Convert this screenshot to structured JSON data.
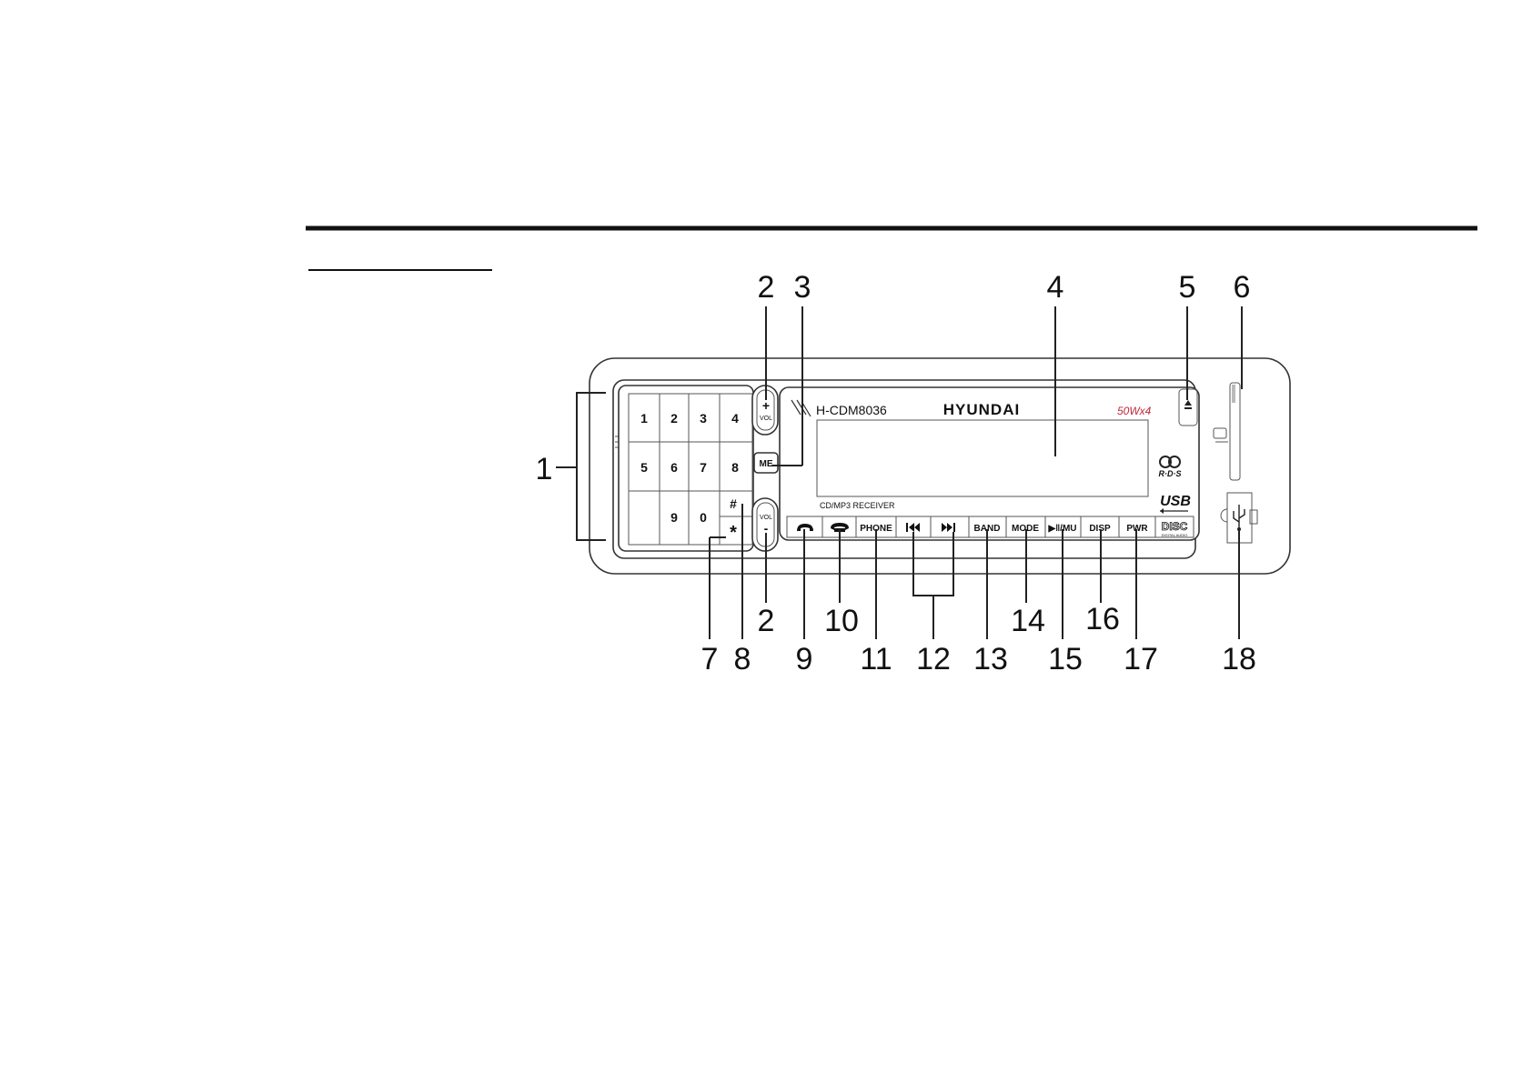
{
  "device": {
    "model": "H-CDM8036",
    "brand": "HYUNDAI",
    "power": "50Wx4",
    "subtitle": "CD/MP3 RECEIVER",
    "rds": "R·D·S",
    "usb": "USB",
    "disc_logo": "DISC",
    "disc_logo_small": "DIGITAL AUDIO",
    "accent_color": "#c0283c",
    "bluetooth_color": "#1e9be8"
  },
  "keypad": {
    "row1": [
      "1",
      "2",
      "3",
      "4"
    ],
    "row2": [
      "5",
      "6",
      "7",
      "8"
    ],
    "row3": [
      "",
      "9",
      "0"
    ],
    "hash": "#",
    "star": "*"
  },
  "controls": {
    "vol_plus_sign": "+",
    "vol_plus_label": "VOL",
    "vol_minus_label": "VOL",
    "vol_minus_sign": "-",
    "me_label": "ME",
    "phone": "PHONE",
    "band": "BAND",
    "mode": "MODE",
    "play_mute": "▶‖/MU",
    "disp": "DISP",
    "pwr": "PWR",
    "prev_icon": "skip-back-icon",
    "next_icon": "skip-forward-icon",
    "answer_icon": "phone-answer-icon",
    "hangup_icon": "phone-hangup-icon"
  },
  "callouts": {
    "top": [
      "2",
      "3",
      "4",
      "5",
      "6"
    ],
    "left": "1",
    "bottom_upper": [
      "2",
      "10",
      "14",
      "16"
    ],
    "bottom_lower": [
      "7",
      "8",
      "9",
      "11",
      "12",
      "13",
      "15",
      "17",
      "18"
    ]
  }
}
